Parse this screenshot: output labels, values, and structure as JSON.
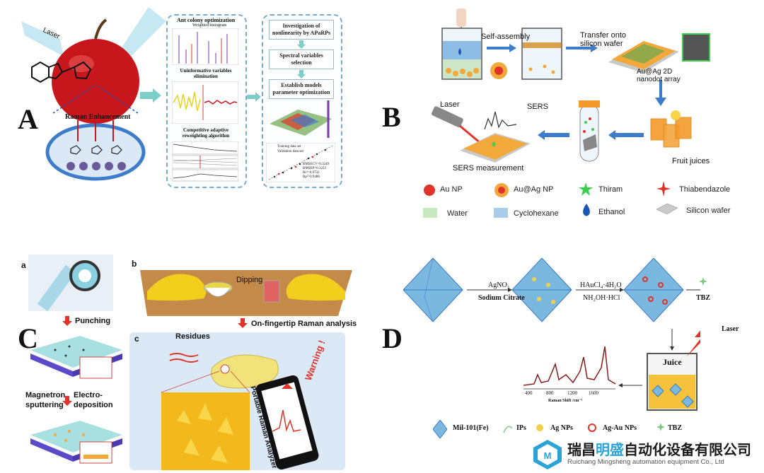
{
  "panelA": {
    "letter": "A",
    "laser": "Laser",
    "raman_enhancement": "Raman Enhancement",
    "steps_mid": {
      "s1": "Ant colony optimization",
      "s1_sub": "Weighted histogram",
      "s2": "Uninformative variables elimination",
      "s3": "Competitive adaptive reweighting algorithm"
    },
    "steps_right": {
      "r1": "Investigation of nonlinearity by APaRPs",
      "r2": "Spectral variables selection",
      "r3": "Establish models parameter optimization"
    },
    "validation_legend": [
      "Training data set",
      "Validation data set"
    ],
    "validation_stats": [
      "RMSECV=0.3249",
      "RMSEP=0.3233",
      "Rc²=0.9732",
      "Rp²=0.9486"
    ]
  },
  "panelB": {
    "letter": "B",
    "self_assembly": "Self-assembly",
    "transfer": "Transfer onto silicon wafer",
    "nanodot": "Au@Ag 2D nanodot array",
    "laser": "Laser",
    "sers": "SERS",
    "measurement": "SERS measurement",
    "fruit": "Fruit juices",
    "legend": [
      {
        "label": "Au NP",
        "color": "#e0342a"
      },
      {
        "label": "Au@Ag NP",
        "color": "#f3a83b"
      },
      {
        "label": "Thiram",
        "color": "#3ccf4e"
      },
      {
        "label": "Thiabendazole",
        "color": "#e0342a"
      },
      {
        "label": "Water",
        "color": "#c7e9c0"
      },
      {
        "label": "Cyclohexane",
        "color": "#a9cde8"
      },
      {
        "label": "Ethanol",
        "color": "#1a56b8"
      },
      {
        "label": "Silicon wafer",
        "color": "#c9c9c9"
      }
    ]
  },
  "panelC": {
    "letter": "C",
    "a": "a",
    "b": "b",
    "c": "c",
    "punching": "Punching",
    "magnetron": "Magnetron sputtering",
    "electro": "Electro-deposition",
    "dipping": "Dipping",
    "analysis": "On-fingertip Raman analysis",
    "residues": "Residues",
    "warning": "Warning !",
    "analyzer": "Portable Raman Analyzer"
  },
  "panelD": {
    "letter": "D",
    "agno3": "AgNO₃",
    "citrate": "Sodium Citrate",
    "haucl4": "HAuCl₄·4H₂O",
    "nh2oh": "NH₂OH·HCl",
    "tbz": "TBZ",
    "laser": "Laser",
    "juice": "Juice",
    "raman_axis": "Raman Shift /cm⁻¹",
    "ticks": [
      "400",
      "800",
      "1200",
      "1600"
    ],
    "legend": [
      {
        "label": "Mil-101(Fe)"
      },
      {
        "label": "IPs"
      },
      {
        "label": "Ag NPs"
      },
      {
        "label": "Ag-Au NPs"
      },
      {
        "label": "TBZ"
      }
    ]
  },
  "watermark": {
    "cn_name_1": "瑞昌",
    "cn_name_2": "明盛",
    "cn_name_3": "自动化设备有限公司",
    "en_name": "Ruichang Mingsheng automation equipment Co., Ltd"
  }
}
